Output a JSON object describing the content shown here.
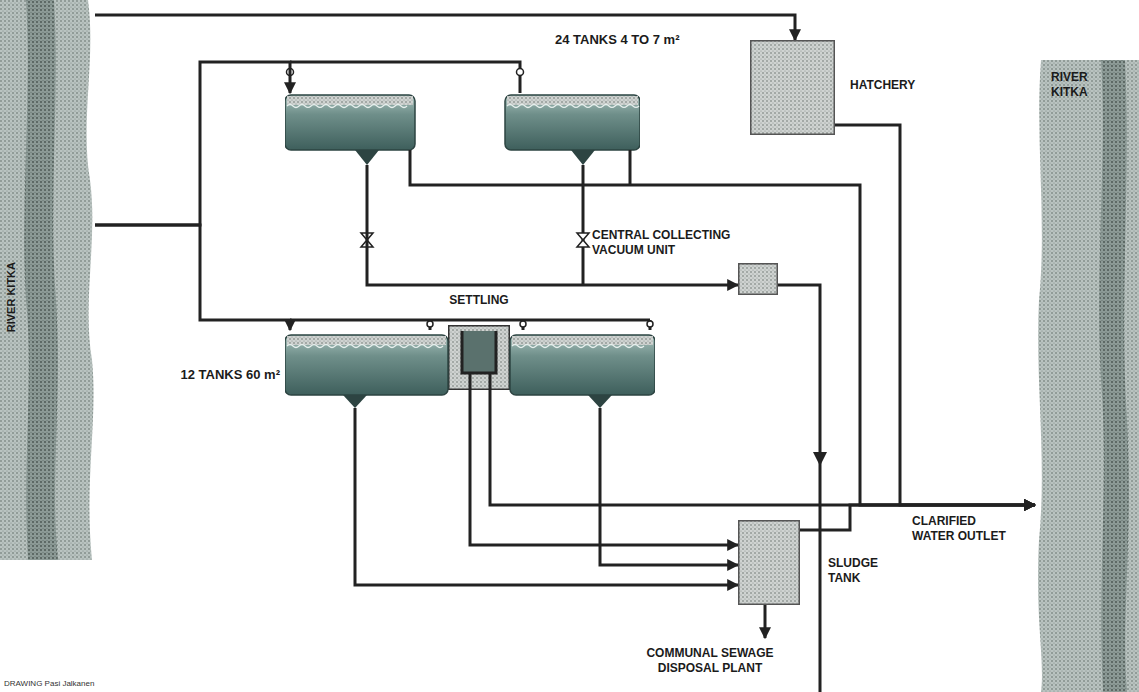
{
  "diagram": {
    "nodes": [
      {
        "text": [
          "RIVER KITKA"
        ]
      },
      {
        "text": [
          "24 TANKS 4 TO 7 m²"
        ]
      },
      {
        "text": [
          "HATCHERY"
        ]
      },
      {
        "text": [
          "CENTRAL COLLECTING VACUUM UNIT"
        ]
      },
      {
        "text": [
          "SETTLING"
        ]
      },
      {
        "text": [
          "12 TANKS 60 m²"
        ]
      },
      {
        "text": [
          "SLUDGE TANK"
        ]
      },
      {
        "text": [
          "RIVER KITKA"
        ]
      }
    ],
    "edges": [
      {
        "from": 0,
        "to": 1,
        "arrow": "to"
      },
      {
        "from": 0,
        "to": 2,
        "arrow": "to"
      },
      {
        "from": 0,
        "to": 5,
        "arrow": "to"
      },
      {
        "from": 1,
        "to": 3,
        "arrow": "to"
      },
      {
        "from": 1,
        "to": 7,
        "arrow": "to"
      },
      {
        "from": 2,
        "to": 7,
        "arrow": "to"
      },
      {
        "from": 4,
        "to": 7,
        "arrow": "to"
      },
      {
        "from": 5,
        "to": 6,
        "arrow": "to"
      },
      {
        "from": 4,
        "to": 6,
        "arrow": "to"
      },
      {
        "from": 6,
        "to": 7,
        "arrow": "to"
      }
    ],
    "labels": [
      "CLARIFIED WATER OUTLET",
      "COMMUNAL SEWAGE DISPOSAL PLANT",
      "DRAWING Pasi Jalkanen"
    ]
  }
}
